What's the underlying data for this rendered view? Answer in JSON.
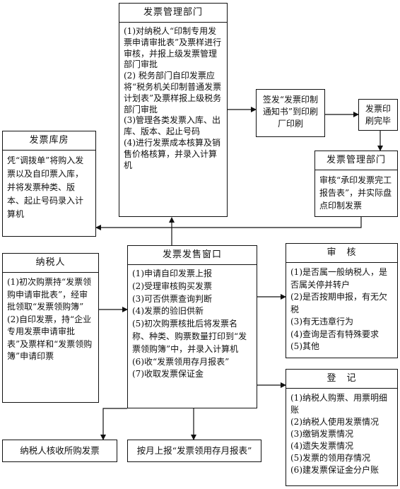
{
  "mgmt_top": {
    "title": "发票管理部门",
    "items": [
      "(1)对纳税人“印制专用发票申请审批表”及票样进行审核，并报上级发票管理部门审批",
      "(2) 税务部门自印发票应将“税务机关印制普通发票计划表”及票样报上级税务部门审批",
      "(3)管理各类发票入库、出库、版本、起止号码",
      "(4)进行发票成本核算及销售价格核算，并录入计算机"
    ]
  },
  "notice": {
    "text": "签发“发票印制通知书”到印刷厂印刷"
  },
  "print_done": {
    "text": "发票印刷完毕"
  },
  "warehouse": {
    "title": "发票库房",
    "text": "凭“调拨单”将购入发票以及自印票入库，并将发票种类、版本、起止号码录入计算机"
  },
  "mgmt_right": {
    "title": "发票管理部门",
    "text": "审核“承印发票完工报告表”，并实际盘点印制发票"
  },
  "taxpayer": {
    "title": "纳税人",
    "items": [
      "(1)初次购票持“发票领购申请审批表”，经审批领取“发票领购簿”",
      "(2)自印发票，持“企业专用发票申请审批表”及票样和“发票领购簿”申请印票"
    ]
  },
  "window": {
    "title": "发票发售窗口",
    "items": [
      "(1)申请自印发票上报",
      "(2)受理审核购买发票",
      "(3)可否供票查询判断",
      "(4)发票的验旧供新",
      "(5)初次购票核批后将发票名称、种类、购票数量打印到“发票领购簿”中，并录入计算机",
      "(6)收“发票领用存月报表”",
      "(7)收取发票保证金"
    ]
  },
  "audit": {
    "title": "审　核",
    "items": [
      "(1)是否属一般纳税人，是否属关停并转户",
      "(2)是否按期申报，有无欠税",
      "(3)有无违章行为",
      "(4)查询是否有特殊要求",
      "(5)其他"
    ]
  },
  "register": {
    "title": "登　记",
    "items": [
      "(1)纳税人购票、用票明细账",
      "(2)纳税人使用发票情况",
      "(3)缴销发票情况",
      "(4)遗失发票情况",
      "(5)发票的领用存情况",
      "(6)建发票保证金分户账"
    ]
  },
  "bottom_left": {
    "text": "纳税人核收所购发票"
  },
  "bottom_mid": {
    "text": "按月上报“发票领用存月报表”"
  }
}
